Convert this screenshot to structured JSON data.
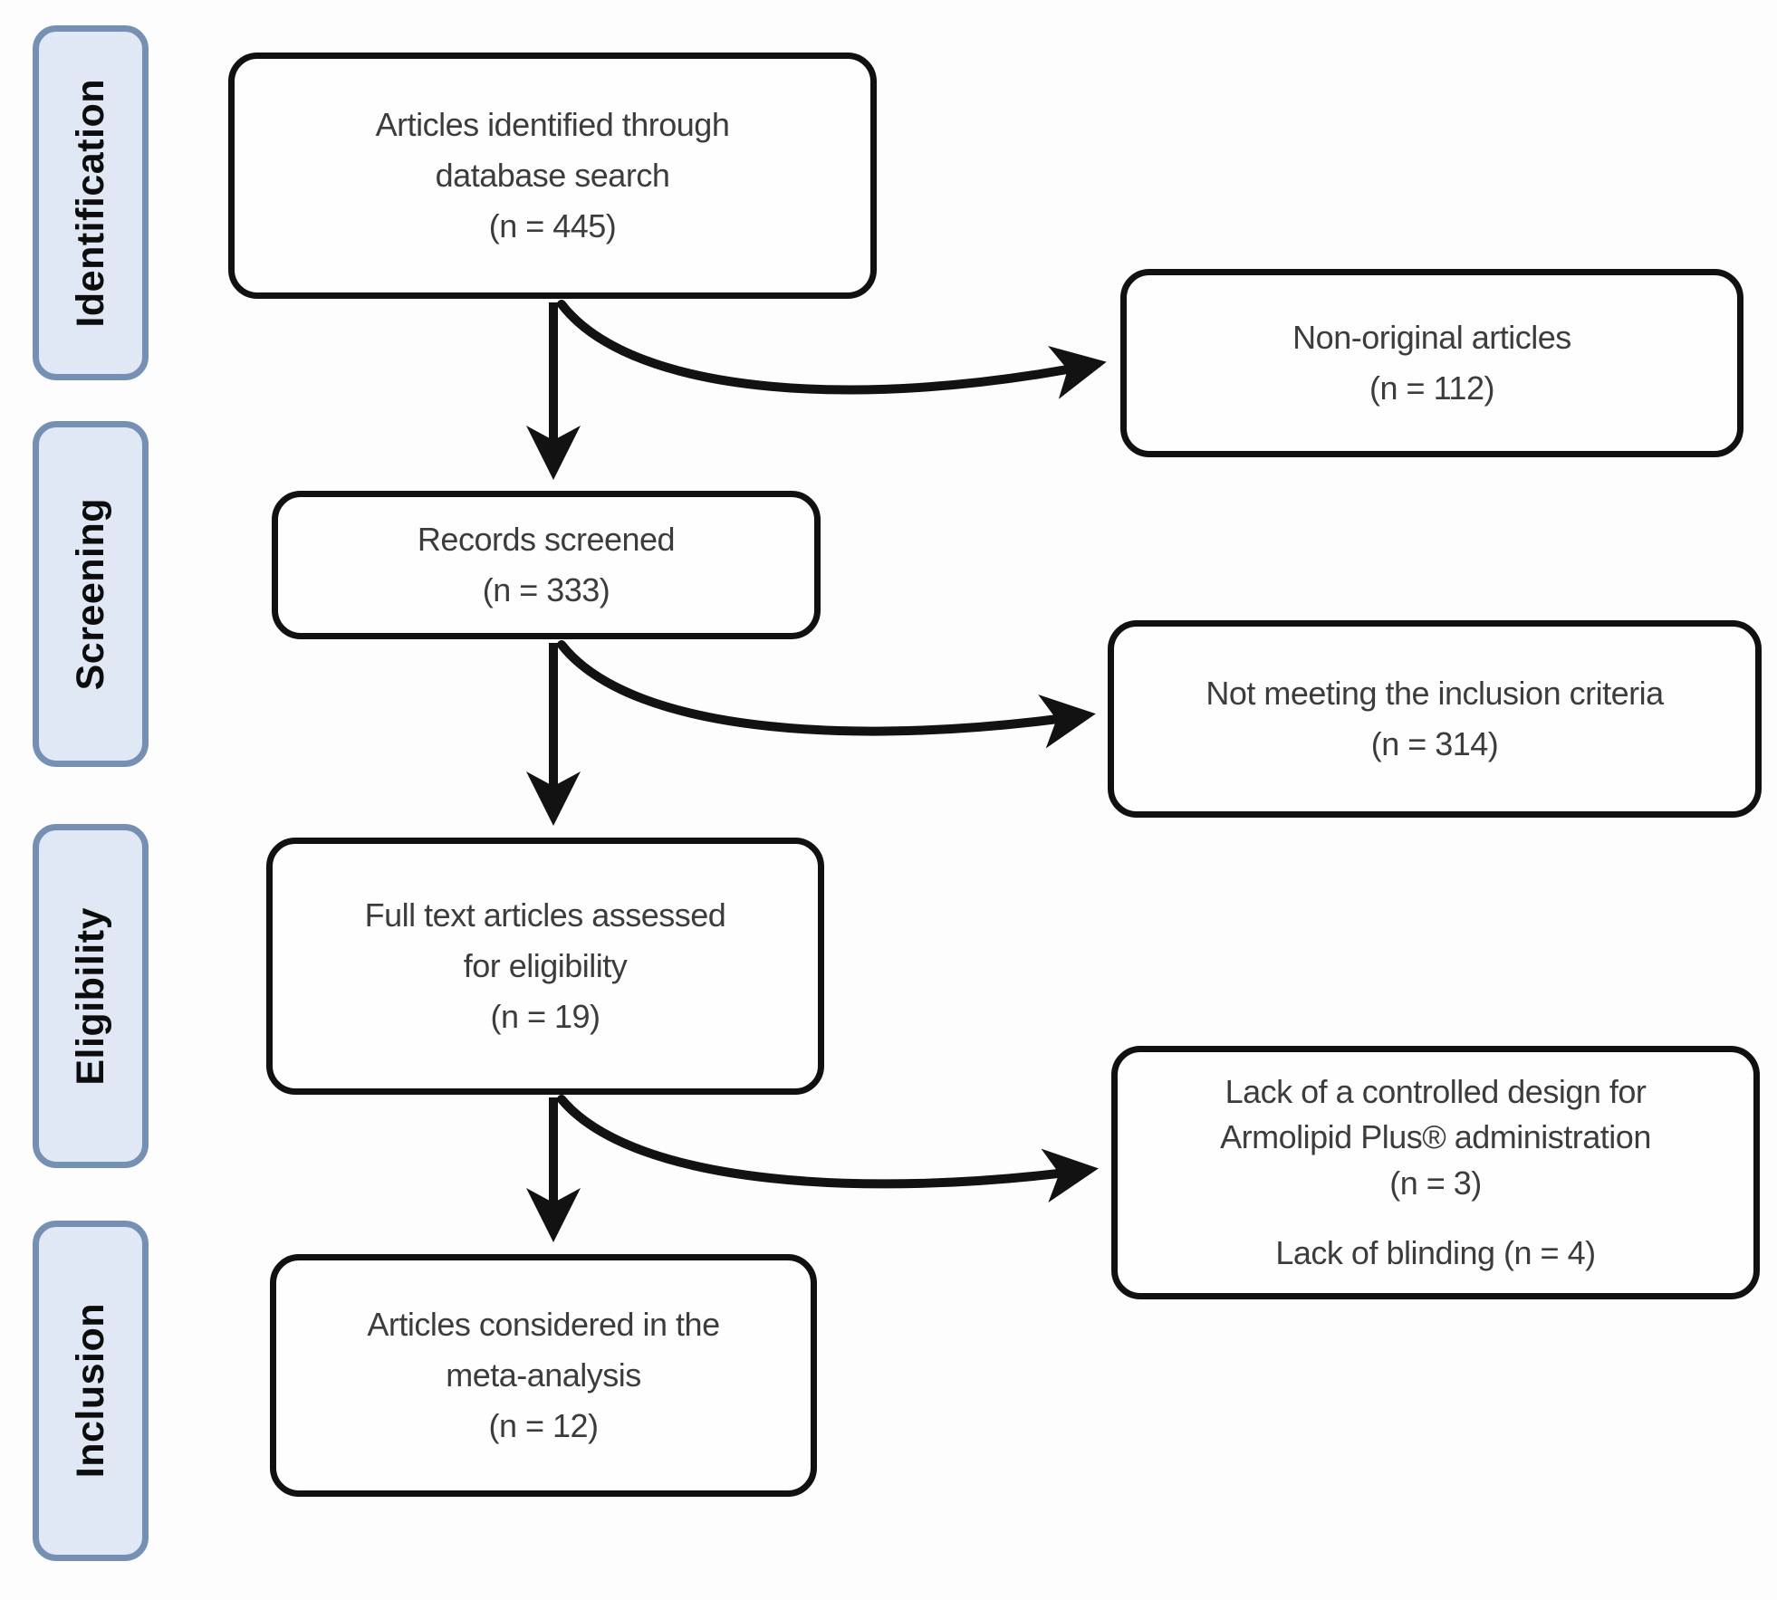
{
  "colors": {
    "background": "#fdfdfd",
    "flow_box_border": "#111111",
    "flow_box_fill": "#fefefe",
    "flow_box_text": "#3c3c3c",
    "stage_fill": "#dfe8f4",
    "stage_border": "#7590b2",
    "stage_text": "#0d0d0d",
    "arrow": "#121212"
  },
  "stages": [
    {
      "label": "Identification"
    },
    {
      "label": "Screening"
    },
    {
      "label": "Eligibility"
    },
    {
      "label": "Inclusion"
    }
  ],
  "main_boxes": [
    {
      "lines": [
        "Articles identified through",
        "database search",
        "(n = 445)"
      ]
    },
    {
      "lines": [
        "Records screened",
        "(n = 333)"
      ]
    },
    {
      "lines": [
        "Full text articles assessed",
        "for eligibility",
        "(n = 19)"
      ]
    },
    {
      "lines": [
        "Articles considered in the",
        "meta-analysis",
        "(n = 12)"
      ]
    }
  ],
  "exclusion_boxes": [
    {
      "lines": [
        "Non-original articles",
        "(n = 112)"
      ]
    },
    {
      "lines": [
        "Not meeting the inclusion criteria",
        "(n = 314)"
      ]
    },
    {
      "lines": [
        "Lack of a controlled design for",
        "Armolipid Plus® administration",
        "(n = 3)"
      ],
      "extra_line": "Lack of blinding (n = 4)"
    }
  ],
  "edges": [
    {
      "from": "Articles identified through database search",
      "to": "Records screened"
    },
    {
      "from": "Articles identified through database search",
      "to": "Non-original articles"
    },
    {
      "from": "Records screened",
      "to": "Full text articles assessed for eligibility"
    },
    {
      "from": "Records screened",
      "to": "Not meeting the inclusion criteria"
    },
    {
      "from": "Full text articles assessed for eligibility",
      "to": "Articles considered in the meta-analysis"
    },
    {
      "from": "Full text articles assessed for eligibility",
      "to": "Lack of a controlled design for Armolipid Plus® administration; Lack of blinding"
    }
  ]
}
